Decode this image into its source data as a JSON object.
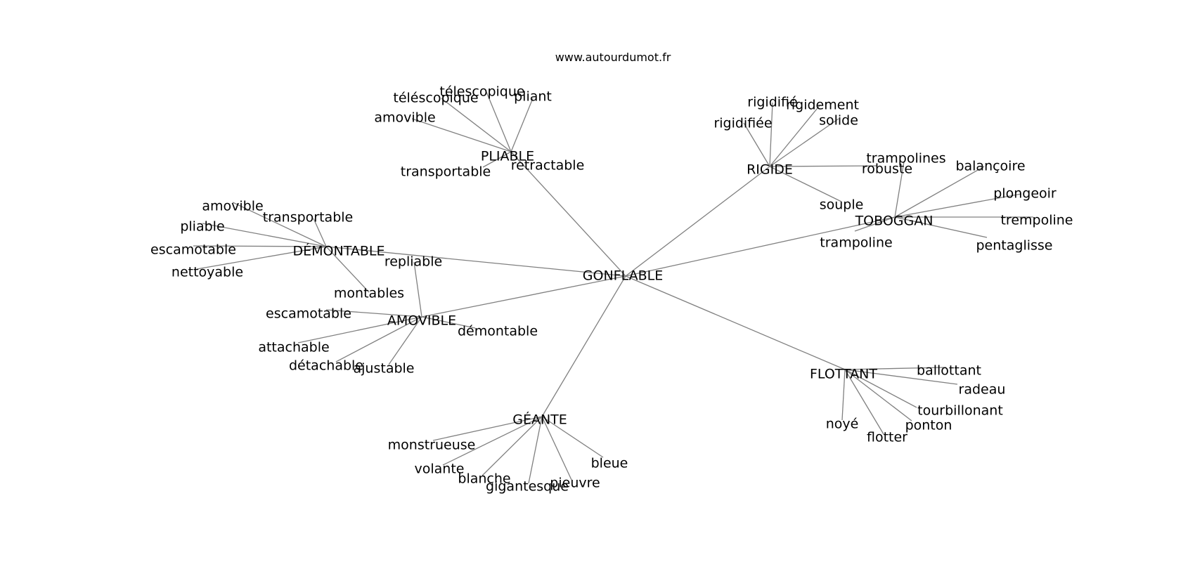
{
  "source": "www.autourdumot.fr",
  "center": "GONFLABLE",
  "clusters": [
    {
      "hub": "PLIABLE",
      "words": [
        "télescopique",
        "téléscopique",
        "pliant",
        "amovible",
        "transportable",
        "retractable"
      ]
    },
    {
      "hub": "RIGIDE",
      "words": [
        "rigidifié",
        "rigidement",
        "rigidifiée",
        "solide",
        "robuste",
        "souple"
      ]
    },
    {
      "hub": "TOBOGGAN",
      "words": [
        "trampolines",
        "balançoire",
        "plongeoir",
        "trempoline",
        "pentaglisse",
        "trampoline"
      ]
    },
    {
      "hub": "DÉMONTABLE",
      "words": [
        "amovible",
        "transportable",
        "pliable",
        "escamotable",
        "nettoyable",
        "montables"
      ]
    },
    {
      "hub": "AMOVIBLE",
      "words": [
        "repliable",
        "escamotable",
        "démontable",
        "attachable",
        "détachable",
        "ajustable"
      ]
    },
    {
      "hub": "FLOTTANT",
      "words": [
        "ballottant",
        "radeau",
        "tourbillonant",
        "ponton",
        "noyé",
        "flotter"
      ]
    },
    {
      "hub": "GÉANTE",
      "words": [
        "monstrueuse",
        "volante",
        "blanche",
        "gigantesque",
        "pieuvre",
        "bleue"
      ]
    }
  ],
  "colors": {
    "edge": "#808080",
    "text": "#000000",
    "background": "#ffffff"
  }
}
